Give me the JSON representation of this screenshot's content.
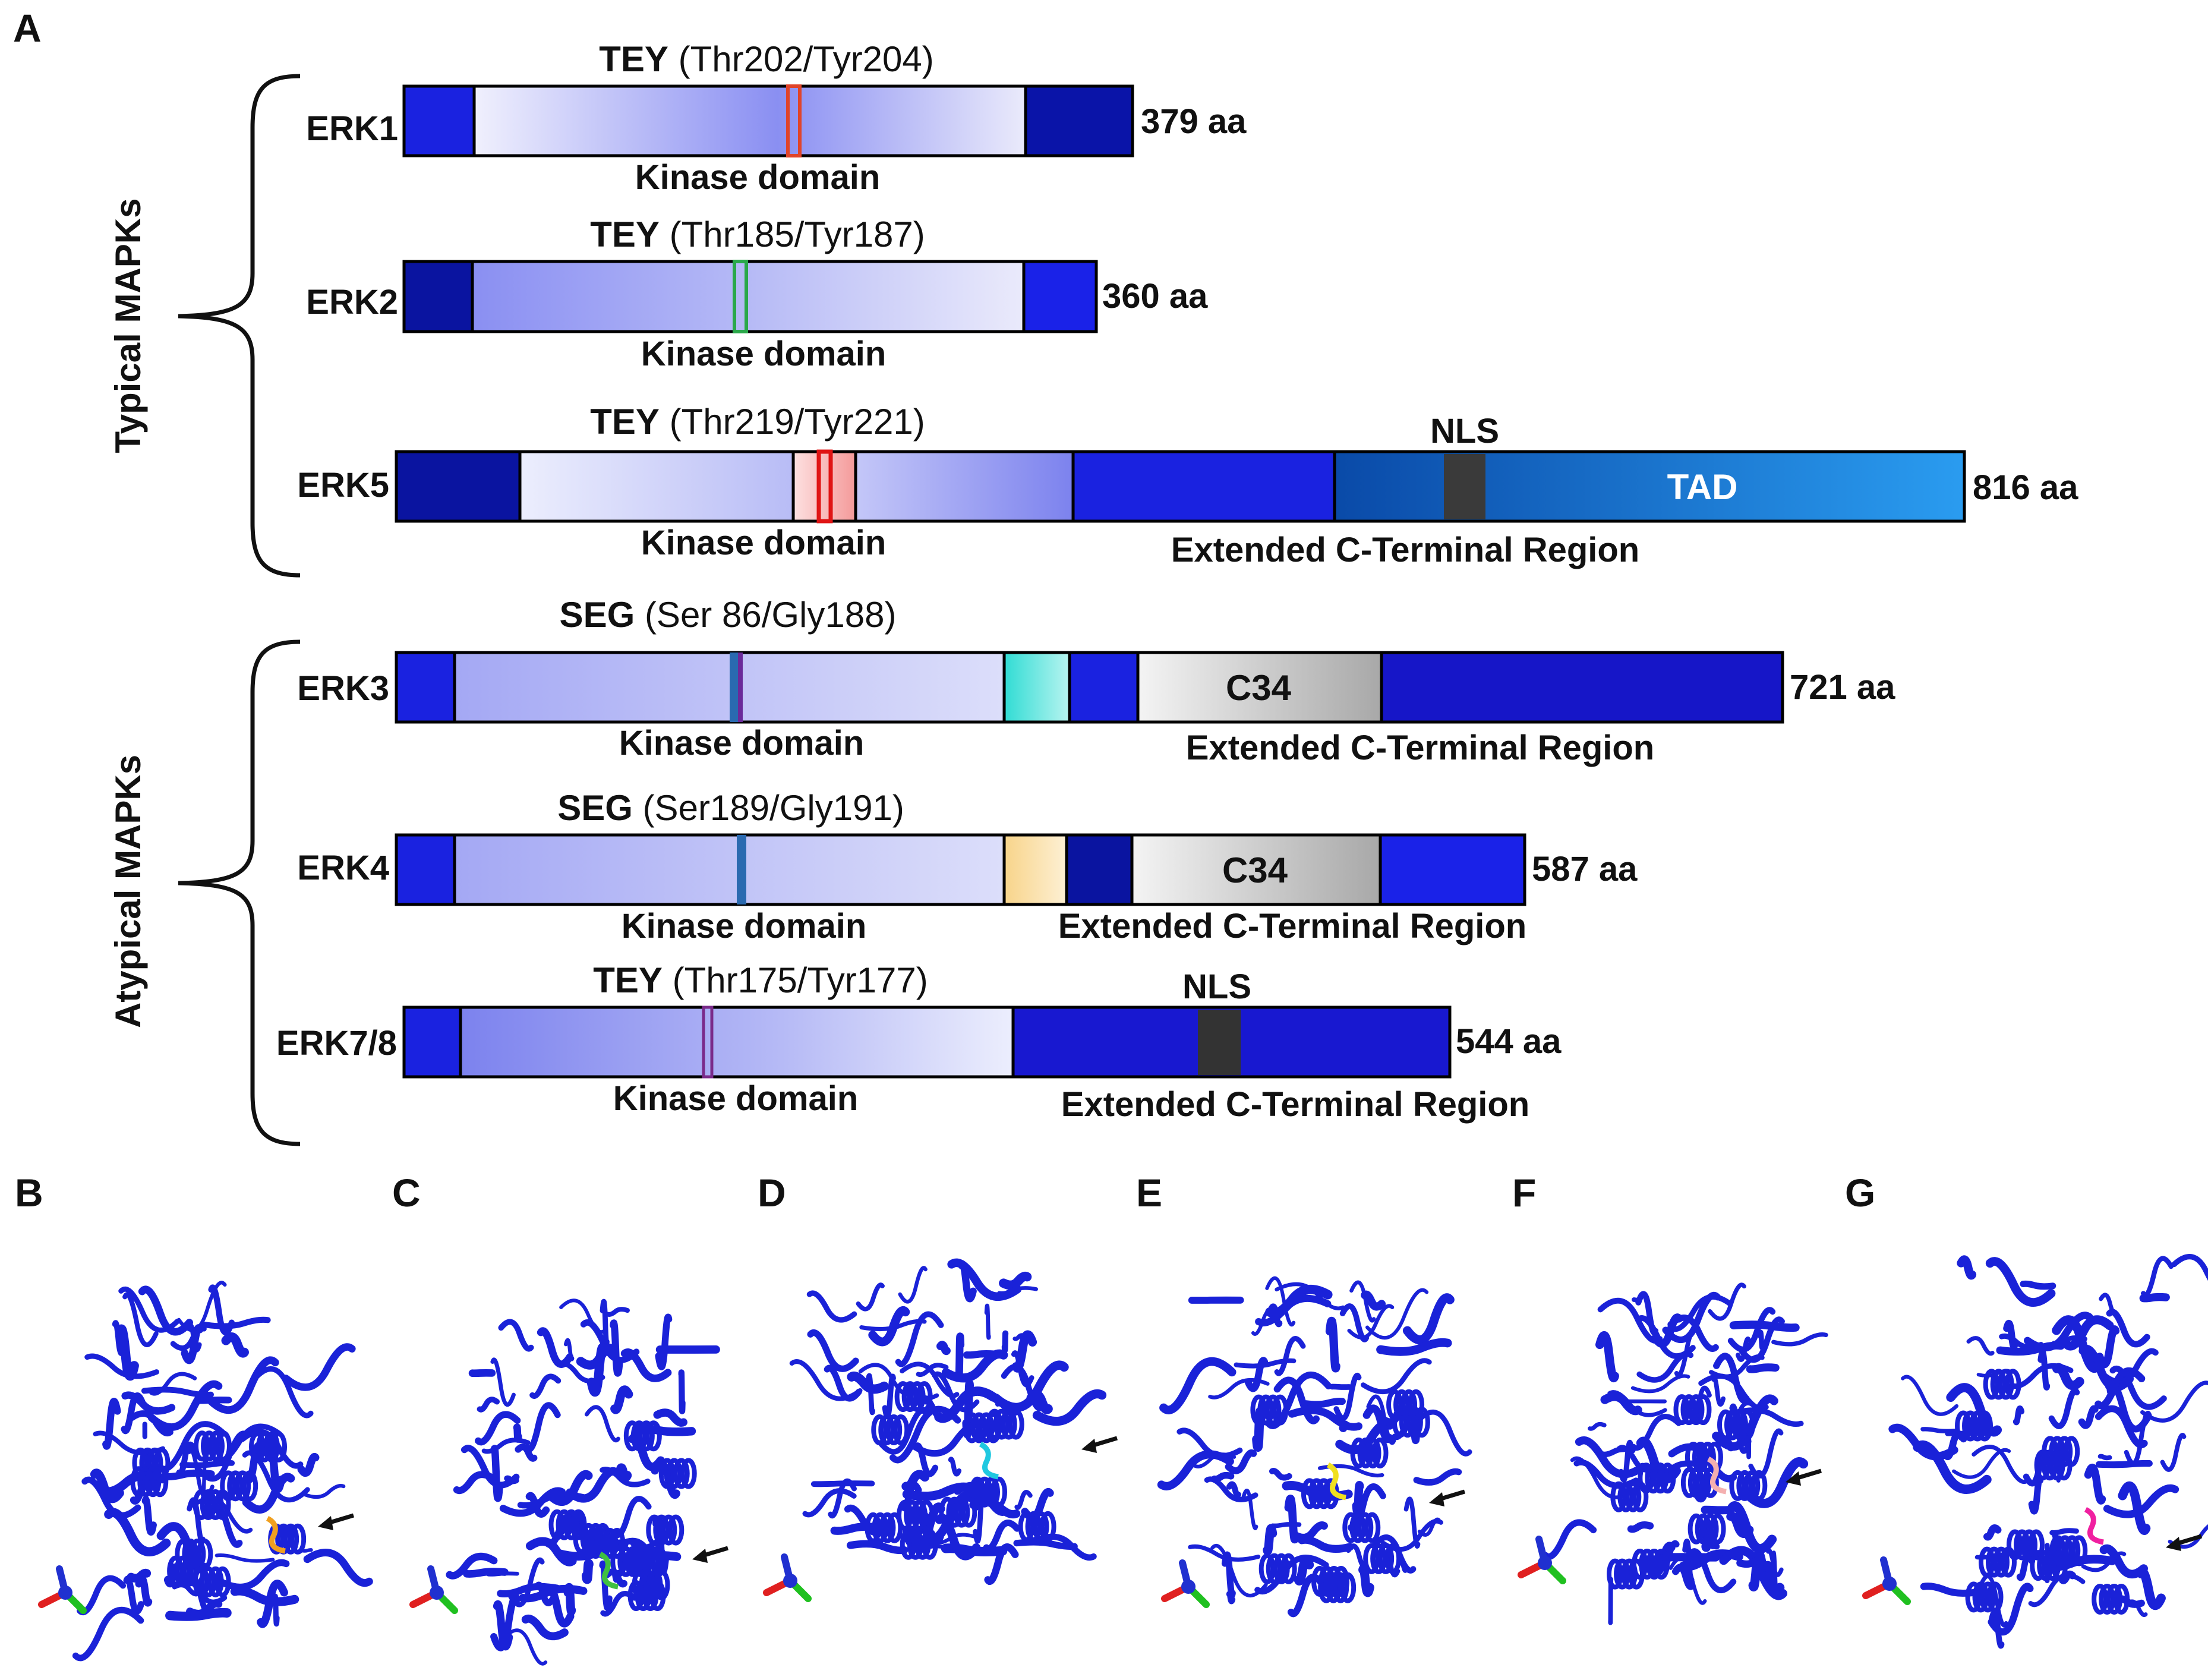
{
  "panels": {
    "A": "A",
    "B": "B",
    "C": "C",
    "D": "D",
    "E": "E",
    "F": "F",
    "G": "G"
  },
  "groups": {
    "typical": "Typical MAPKs",
    "atypical": "Atypical MAPKs"
  },
  "proteins": [
    {
      "name": "ERK1",
      "length": "379 aa",
      "motif": "TEY",
      "residues": "(Thr202/Tyr204)",
      "kinase_label": "Kinase domain",
      "region_label": ""
    },
    {
      "name": "ERK2",
      "length": "360 aa",
      "motif": "TEY",
      "residues": "(Thr185/Tyr187)",
      "kinase_label": "Kinase domain",
      "region_label": ""
    },
    {
      "name": "ERK5",
      "length": "816 aa",
      "motif": "TEY",
      "residues": "(Thr219/Tyr221)",
      "kinase_label": "Kinase domain",
      "region_label": "Extended C-Terminal Region",
      "nls": "NLS",
      "tad": "TAD"
    },
    {
      "name": "ERK3",
      "length": "721 aa",
      "motif": "SEG",
      "residues": "(Ser 86/Gly188)",
      "kinase_label": "Kinase domain",
      "region_label": "Extended C-Terminal Region",
      "c34": "C34"
    },
    {
      "name": "ERK4",
      "length": "587 aa",
      "motif": "SEG",
      "residues": "(Ser189/Gly191)",
      "kinase_label": "Kinase domain",
      "region_label": "Extended C-Terminal Region",
      "c34": "C34"
    },
    {
      "name": "ERK7/8",
      "length": "544 aa",
      "motif": "TEY",
      "residues": "(Thr175/Tyr177)",
      "kinase_label": "Kinase domain",
      "region_label": "Extended C-Terminal Region",
      "nls": "NLS"
    }
  ],
  "colors": {
    "navy": "#0a14a0",
    "blue": "#1a22e0",
    "kinase_light": "#e4e6fb",
    "kinase_mid": "#8a90f0",
    "tad_start": "#0a4aa8",
    "tad_end": "#2a9cf0",
    "nls": "#3a3a3a",
    "c34_start": "#f4f4f4",
    "c34_end": "#a8a8a8",
    "erk1_site": "#e0442a",
    "erk2_site": "#2aa84a",
    "erk5_site": "#e01414",
    "erk3_site": "#6a2a9a",
    "erk4_site": "#2a6ab0",
    "erk78_site": "#7a2a8a",
    "erk3_box": "#40e0d8",
    "erk4_box": "#f8d890",
    "structure": "#1a22d8"
  },
  "structure_icons": [
    "ribbon-structure-icon",
    "axis-icon",
    "arrow-icon"
  ]
}
